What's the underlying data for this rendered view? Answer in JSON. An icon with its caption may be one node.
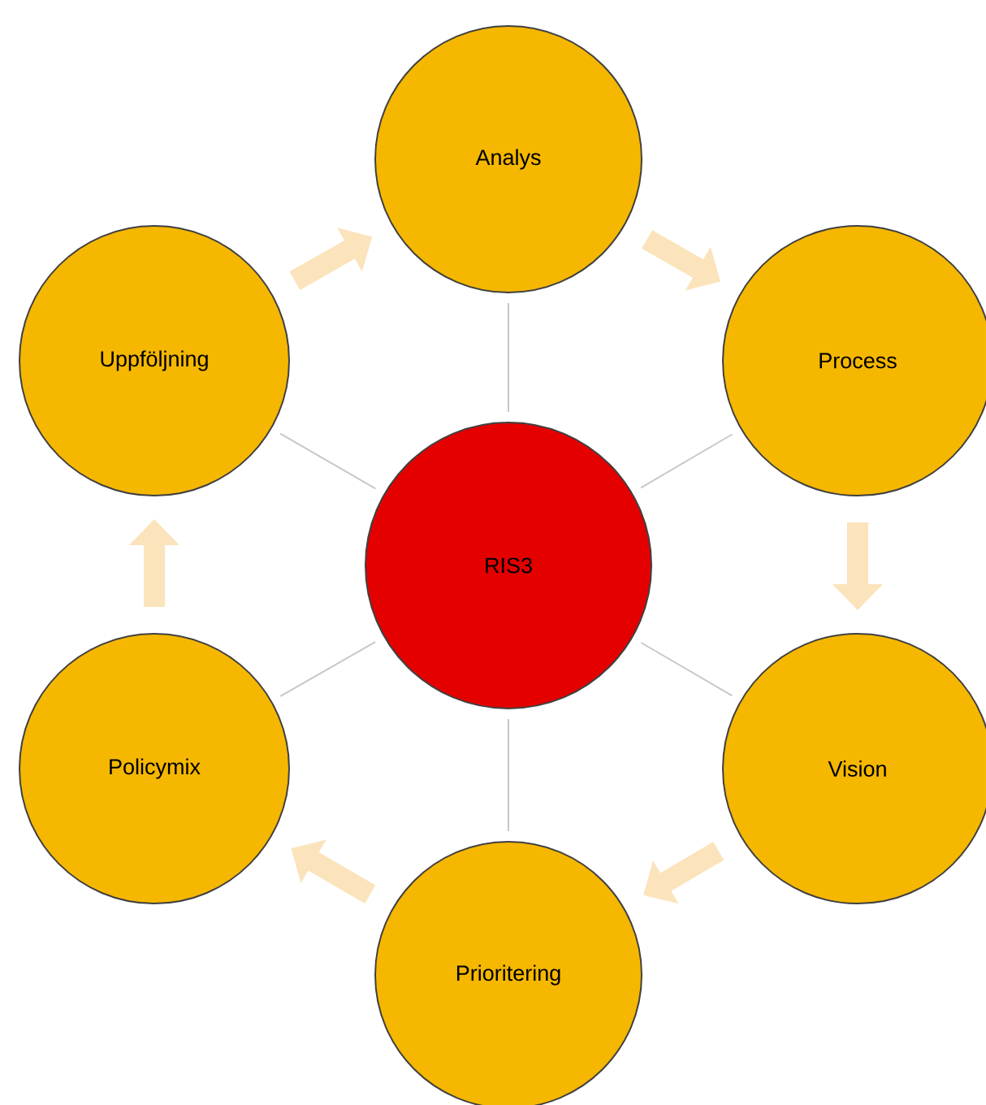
{
  "diagram": {
    "nodes": [
      {
        "text": [
          "Analys"
        ]
      },
      {
        "text": [
          "Process"
        ]
      },
      {
        "text": [
          "Vision"
        ]
      },
      {
        "text": [
          "Prioritering"
        ]
      },
      {
        "text": [
          "Policymix"
        ]
      },
      {
        "text": [
          "Uppföljning"
        ]
      },
      {
        "text": [
          "RIS3"
        ]
      }
    ],
    "edges": [
      {
        "from": 0,
        "to": 1,
        "arrow": "to",
        "style": "thick",
        "color": "#fbe3bc"
      },
      {
        "from": 1,
        "to": 2,
        "arrow": "to",
        "style": "thick",
        "color": "#fbe3bc"
      },
      {
        "from": 2,
        "to": 3,
        "arrow": "to",
        "style": "thick",
        "color": "#fbe3bc"
      },
      {
        "from": 3,
        "to": 4,
        "arrow": "to",
        "style": "thick",
        "color": "#fbe3bc"
      },
      {
        "from": 4,
        "to": 5,
        "arrow": "to",
        "style": "thick",
        "color": "#fbe3bc"
      },
      {
        "from": 5,
        "to": 0,
        "arrow": "to",
        "style": "thick",
        "color": "#fbe3bc"
      },
      {
        "from": 6,
        "to": 0,
        "arrow": "none",
        "color": "#c8c8c8"
      },
      {
        "from": 6,
        "to": 1,
        "arrow": "none",
        "color": "#c8c8c8"
      },
      {
        "from": 6,
        "to": 2,
        "arrow": "none",
        "color": "#c8c8c8"
      },
      {
        "from": 6,
        "to": 3,
        "arrow": "none",
        "color": "#c8c8c8"
      },
      {
        "from": 6,
        "to": 4,
        "arrow": "none",
        "color": "#c8c8c8"
      },
      {
        "from": 6,
        "to": 5,
        "arrow": "none",
        "color": "#c8c8c8"
      }
    ]
  }
}
